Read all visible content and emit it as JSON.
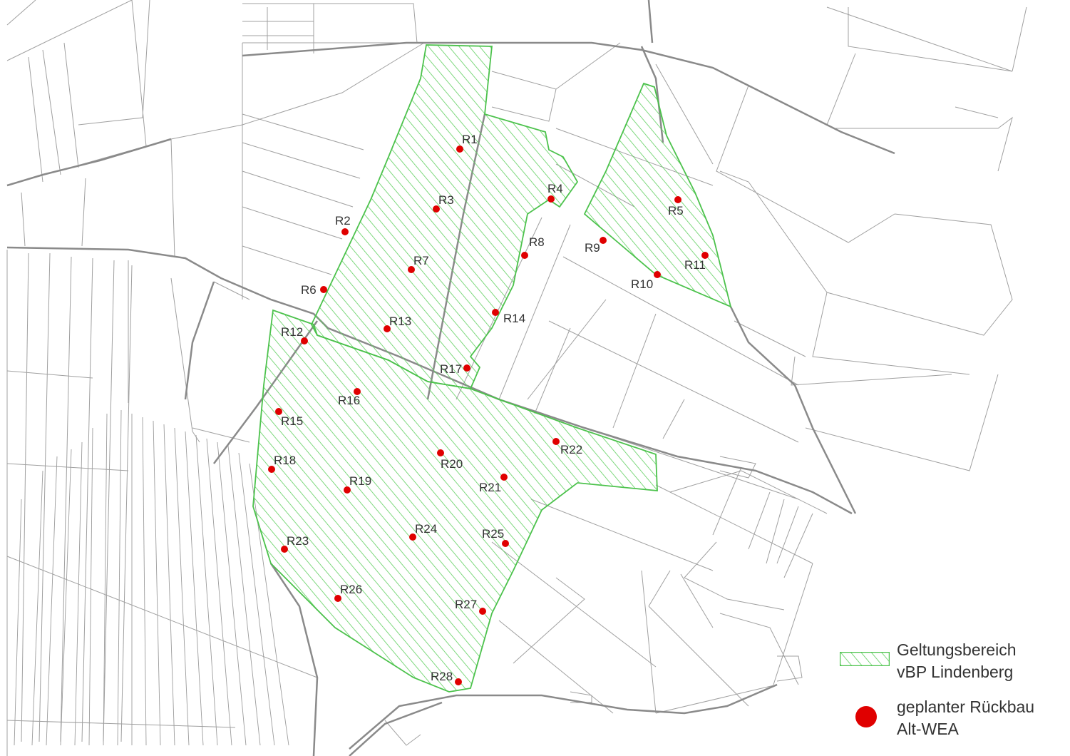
{
  "colors": {
    "zone_stroke": "#4cc24c",
    "zone_hatch": "#5fcf5f",
    "marker": "#e00000",
    "parcel_line": "#9a9a9a",
    "road_line": "#8c8c8c",
    "label": "#333333"
  },
  "map": {
    "markers": [
      {
        "id": "R1",
        "label": "R1"
      },
      {
        "id": "R2",
        "label": "R2"
      },
      {
        "id": "R3",
        "label": "R3"
      },
      {
        "id": "R4",
        "label": "R4"
      },
      {
        "id": "R5",
        "label": "R5"
      },
      {
        "id": "R6",
        "label": "R6"
      },
      {
        "id": "R7",
        "label": "R7"
      },
      {
        "id": "R8",
        "label": "R8"
      },
      {
        "id": "R9",
        "label": "R9"
      },
      {
        "id": "R10",
        "label": "R10"
      },
      {
        "id": "R11",
        "label": "R11"
      },
      {
        "id": "R12",
        "label": "R12"
      },
      {
        "id": "R13",
        "label": "R13"
      },
      {
        "id": "R14",
        "label": "R14"
      },
      {
        "id": "R15",
        "label": "R15"
      },
      {
        "id": "R16",
        "label": "R16"
      },
      {
        "id": "R17",
        "label": "R17"
      },
      {
        "id": "R18",
        "label": "R18"
      },
      {
        "id": "R19",
        "label": "R19"
      },
      {
        "id": "R20",
        "label": "R20"
      },
      {
        "id": "R21",
        "label": "R21"
      },
      {
        "id": "R22",
        "label": "R22"
      },
      {
        "id": "R23",
        "label": "R23"
      },
      {
        "id": "R24",
        "label": "R24"
      },
      {
        "id": "R25",
        "label": "R25"
      },
      {
        "id": "R26",
        "label": "R26"
      },
      {
        "id": "R27",
        "label": "R27"
      },
      {
        "id": "R28",
        "label": "R28"
      }
    ]
  },
  "legend": {
    "zone_line1": "Geltungsbereich",
    "zone_line2": "vBP Lindenberg",
    "marker_line1": "geplanter Rückbau",
    "marker_line2": "Alt-WEA"
  }
}
